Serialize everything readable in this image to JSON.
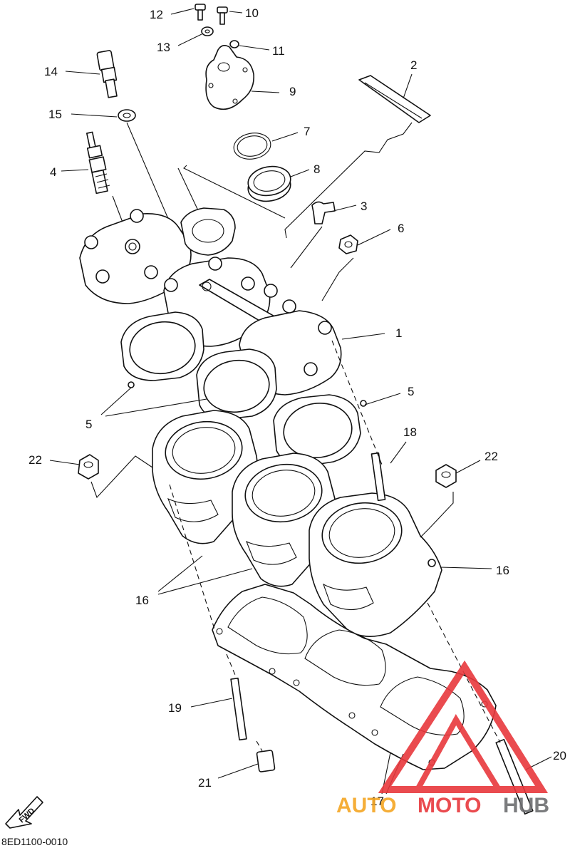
{
  "callouts": [
    "1",
    "2",
    "3",
    "4",
    "5",
    "6",
    "7",
    "8",
    "9",
    "10",
    "11",
    "12",
    "13",
    "14",
    "15",
    "16",
    "17",
    "18",
    "19",
    "20",
    "21",
    "22"
  ],
  "fwd_label": "FWD",
  "diagram_code": "8ED1100-0010",
  "watermark": {
    "text_part1": "AUTO",
    "text_part2": "MOTO",
    "text_part3": "HUB",
    "colors": {
      "red": "#e8383d",
      "orange": "#f5a623",
      "gray": "#6d6e71"
    }
  }
}
